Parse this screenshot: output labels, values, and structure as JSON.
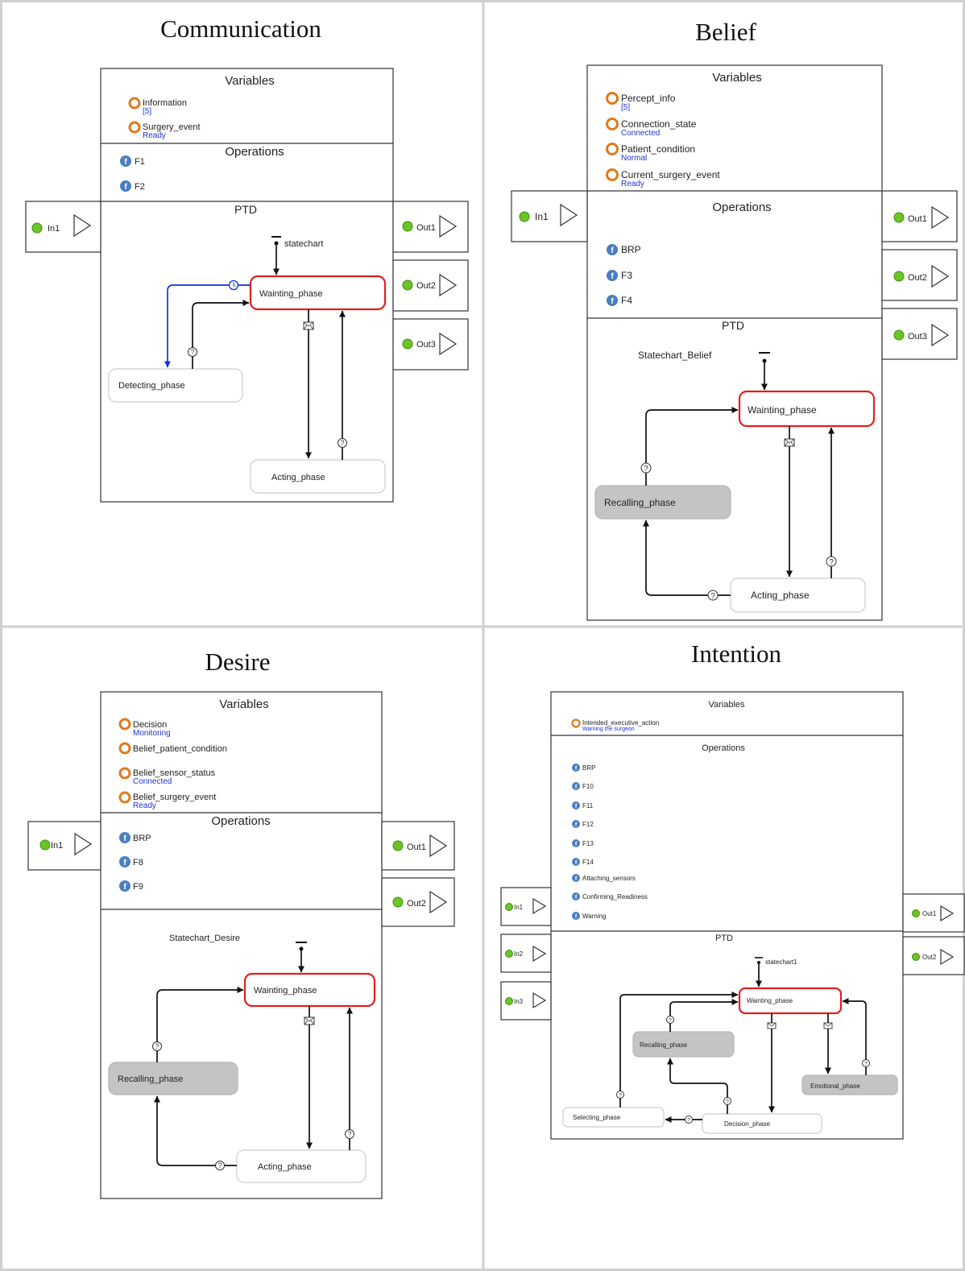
{
  "panels": [
    {
      "id": "communication",
      "title": "Communication",
      "variables_header": "Variables",
      "variables": [
        {
          "name": "Information",
          "value": "[5]"
        },
        {
          "name": "Surgery_event",
          "value": "Ready"
        }
      ],
      "operations_header": "Operations",
      "operations": [
        "F1",
        "F2"
      ],
      "ptd_header": "PTD",
      "statechart_label": "statechart",
      "in_ports": [
        "In1"
      ],
      "out_ports": [
        "Out1",
        "Out2",
        "Out3"
      ],
      "states": [
        {
          "id": "waiting",
          "label": "Wainting_phase",
          "style": "active"
        },
        {
          "id": "detecting",
          "label": "Detecting_phase",
          "style": "normal"
        },
        {
          "id": "acting",
          "label": "Acting_phase",
          "style": "normal"
        }
      ]
    },
    {
      "id": "belief",
      "title": "Belief",
      "variables_header": "Variables",
      "variables": [
        {
          "name": "Percept_info",
          "value": "[5]"
        },
        {
          "name": "Connection_state",
          "value": "Connected"
        },
        {
          "name": "Patient_condition",
          "value": "Normal"
        },
        {
          "name": "Current_surgery_event",
          "value": "Ready"
        }
      ],
      "operations_header": "Operations",
      "operations": [
        "BRP",
        "F3",
        "F4"
      ],
      "ptd_header": "PTD",
      "statechart_label": "Statechart_Belief",
      "in_ports": [
        "In1"
      ],
      "out_ports": [
        "Out1",
        "Out2",
        "Out3"
      ],
      "states": [
        {
          "id": "waiting",
          "label": "Wainting_phase",
          "style": "active"
        },
        {
          "id": "recalling",
          "label": "Recalling_phase",
          "style": "grey"
        },
        {
          "id": "acting",
          "label": "Acting_phase",
          "style": "normal"
        }
      ]
    },
    {
      "id": "desire",
      "title": "Desire",
      "variables_header": "Variables",
      "variables": [
        {
          "name": "Decision",
          "value": "Monitoring"
        },
        {
          "name": "Belief_patient_condition",
          "value": ""
        },
        {
          "name": "Belief_sensor_status",
          "value": "Connected"
        },
        {
          "name": "Belief_surgery_event",
          "value": "Ready"
        }
      ],
      "operations_header": "Operations",
      "operations": [
        "BRP",
        "F8",
        "F9"
      ],
      "ptd_header": "",
      "statechart_label": "Statechart_Desire",
      "in_ports": [
        "In1"
      ],
      "out_ports": [
        "Out1",
        "Out2"
      ],
      "states": [
        {
          "id": "waiting",
          "label": "Wainting_phase",
          "style": "active"
        },
        {
          "id": "recalling",
          "label": "Recalling_phase",
          "style": "grey"
        },
        {
          "id": "acting",
          "label": "Acting_phase",
          "style": "normal"
        }
      ]
    },
    {
      "id": "intention",
      "title": "Intention",
      "variables_header": "Variables",
      "variables": [
        {
          "name": "Intended_executive_action",
          "value": "Warning the surgeon"
        }
      ],
      "operations_header": "Operations",
      "operations": [
        "BRP",
        "F10",
        "F11",
        "F12",
        "F13",
        "F14",
        "Attaching_sensors",
        "Confirming_Readiness",
        "Warning"
      ],
      "ptd_header": "PTD",
      "statechart_label": "statechart1",
      "in_ports": [
        "In1",
        "In2",
        "In3"
      ],
      "out_ports": [
        "Out1",
        "Out2"
      ],
      "states": [
        {
          "id": "waiting",
          "label": "Wainting_phase",
          "style": "active"
        },
        {
          "id": "recalling",
          "label": "Recalling_phase",
          "style": "grey"
        },
        {
          "id": "emotional",
          "label": "Emotional_phase",
          "style": "grey"
        },
        {
          "id": "selecting",
          "label": "Selecting_phase",
          "style": "normal"
        },
        {
          "id": "decision",
          "label": "Decision_phase",
          "style": "normal"
        }
      ]
    }
  ],
  "colors": {
    "active_state_border": "#e02020",
    "grey_state_fill": "#c4c4c4",
    "variable_icon": "#e07a1f",
    "function_icon": "#4a7fc0",
    "port_dot": "#6cc427",
    "value_text": "#2233cc",
    "timer_edge": "#1133dd"
  },
  "icons": {
    "variable": "ring-icon",
    "function": "function-f-icon",
    "port": "green-dot-icon",
    "port_arrow": "triangle-arrow-icon",
    "message_trigger": "envelope-icon",
    "condition_trigger": "question-mark-icon",
    "timeout_trigger": "clock-icon",
    "initial_state": "initial-pseudostate-icon"
  }
}
